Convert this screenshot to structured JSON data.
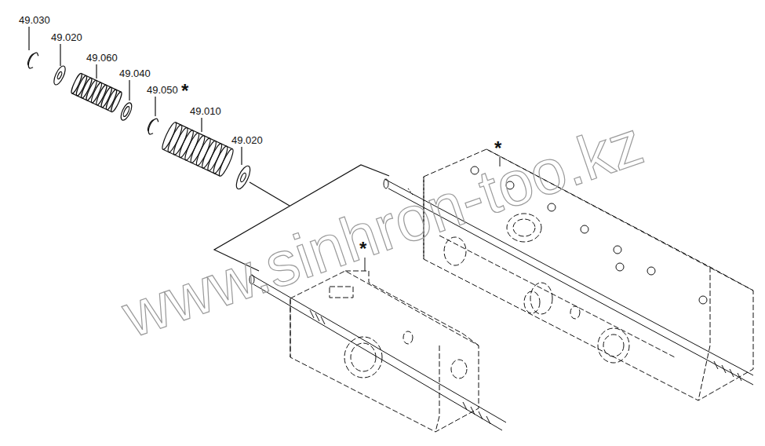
{
  "diagram": {
    "labels": [
      "49.030",
      "49.020",
      "49.060",
      "49.040",
      "49.050",
      "*",
      "49.010",
      "49.020",
      "*",
      "*",
      "www.sinhron-too.kz"
    ]
  }
}
